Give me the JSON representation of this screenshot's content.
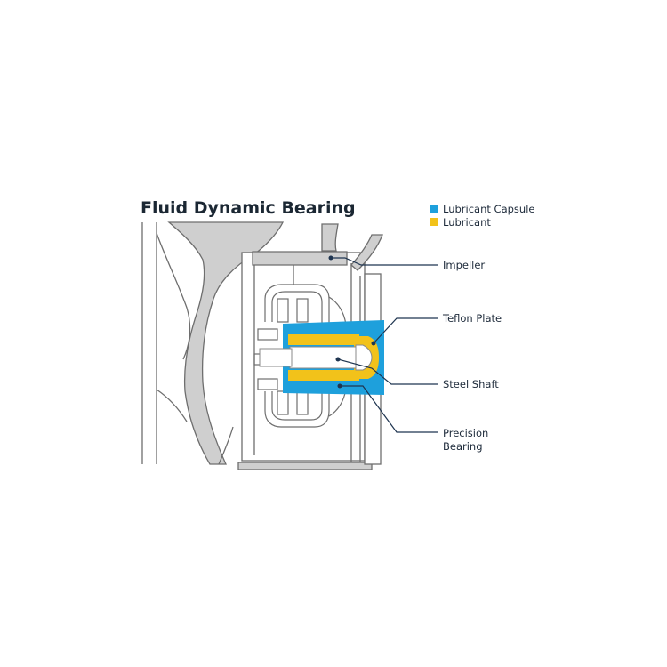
{
  "title": "Fluid Dynamic Bearing",
  "legend": [
    {
      "label": "Lubricant Capsule",
      "color": "#1ea0dc"
    },
    {
      "label": "Lubricant",
      "color": "#f2c21a"
    }
  ],
  "callouts": [
    {
      "lines": [
        "Impeller"
      ]
    },
    {
      "lines": [
        "Teflon Plate"
      ]
    },
    {
      "lines": [
        "Steel Shaft"
      ]
    },
    {
      "lines": [
        "Precision",
        "Bearing"
      ]
    }
  ],
  "colors": {
    "line": "#6e6e6e",
    "fan_fill": "#cfcfcf",
    "leader": "#1f3550",
    "capsule": "#1ea0dc",
    "lubricant": "#f2c21a"
  }
}
